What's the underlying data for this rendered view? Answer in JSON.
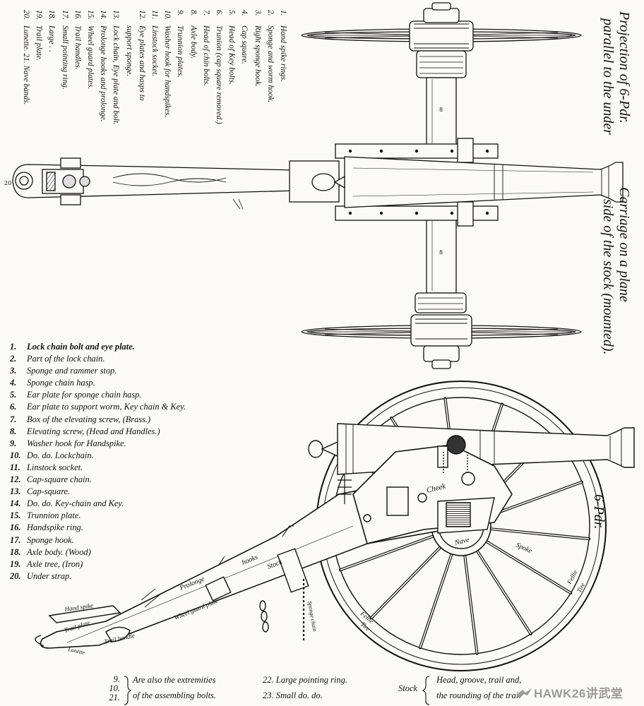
{
  "top_view": {
    "title_line1": "Projection of 6-Pdr.",
    "title_line2": "parallel to the under",
    "title_line3": "Carriage on a plane",
    "title_line4": "side of the stock (mounted).",
    "parts": [
      {
        "num": "1.",
        "text": "Hand spike rings."
      },
      {
        "num": "2.",
        "text": "Sponge and worm hook."
      },
      {
        "num": "3.",
        "text": "Right sponge hook."
      },
      {
        "num": "4.",
        "text": "Cap square."
      },
      {
        "num": "5.",
        "text": "Head of Key bolts."
      },
      {
        "num": "6.",
        "text": "Trunion (cap square removed.)"
      },
      {
        "num": "7.",
        "text": "Head of chin bolts."
      },
      {
        "num": "8.",
        "text": "Axle body."
      },
      {
        "num": "9.",
        "text": "Trunnion plates."
      },
      {
        "num": "10.",
        "text": "Washer hook for handspikes."
      },
      {
        "num": "11.",
        "text": "Linstock socket."
      },
      {
        "num": "12.",
        "text": "Eye plates and hasps to"
      },
      {
        "num": "",
        "text": "support sponge."
      },
      {
        "num": "13.",
        "text": "Lock chain, Eye plate and bolt."
      },
      {
        "num": "14.",
        "text": "Prolonge hooks and prolonge."
      },
      {
        "num": "15.",
        "text": "Wheel guard plates."
      },
      {
        "num": "16.",
        "text": "Trail handles."
      },
      {
        "num": "17.",
        "text": "Small pointing ring."
      },
      {
        "num": "18.",
        "text": "Large . ."
      },
      {
        "num": "19.",
        "text": "Trail plate."
      },
      {
        "num": "20.",
        "text": "Lunette. 21. Nave bands."
      }
    ]
  },
  "side_view": {
    "title": "6-Pdr.",
    "legend": [
      {
        "num": "1.",
        "text": "Lock chain bolt and eye plate."
      },
      {
        "num": "2.",
        "text": "Part of the lock chain."
      },
      {
        "num": "3.",
        "text": "Sponge and rammer stop."
      },
      {
        "num": "4.",
        "text": "Sponge chain hasp."
      },
      {
        "num": "5.",
        "text": "Ear plate for sponge chain hasp."
      },
      {
        "num": "6.",
        "text": "Ear plate to support worm, Key chain & Key."
      },
      {
        "num": "7.",
        "text": "Box of the elevating screw, (Brass.)"
      },
      {
        "num": "8.",
        "text": "Elevating screw, (Head and Handles.)"
      },
      {
        "num": "9.",
        "text": "Washer hook for Handspike."
      },
      {
        "num": "10.",
        "text": "Do. do. Lockchain."
      },
      {
        "num": "11.",
        "text": "Linstock socket."
      },
      {
        "num": "12.",
        "text": "Cap-square chain."
      },
      {
        "num": "13.",
        "text": "Cap-square."
      },
      {
        "num": "14.",
        "text": "Do. do. Key-chain and Key."
      },
      {
        "num": "15.",
        "text": "Trunnion plate."
      },
      {
        "num": "16.",
        "text": "Handspike ring."
      },
      {
        "num": "17.",
        "text": "Sponge hook."
      },
      {
        "num": "18.",
        "text": "Axle body. (Wood)"
      },
      {
        "num": "19.",
        "text": "Axle tree, (Iron)"
      },
      {
        "num": "20.",
        "text": "Under strap."
      }
    ],
    "callouts": {
      "cheek": "Cheek",
      "nave": "Nave",
      "spoke": "Spoke",
      "fellie1": "Fellie",
      "tire1": "Tire",
      "fellie2": "Fellie",
      "tire2": "Tire",
      "stock": "Stock",
      "hooks": "hooks",
      "prolonge": "Prolonge",
      "wheel_guard": "Wheel guard plate",
      "hand_spike": "Hand spike",
      "trail_plate": "Trail plate",
      "trail_handle": "Trail handle",
      "lunette": "Lunette",
      "sponge_chain": "Sponge chain"
    }
  },
  "footer": {
    "bolts_nums": [
      "9.",
      "10.",
      "21."
    ],
    "bolts_line1": "Are also the extremities",
    "bolts_line2": "of the assembling bolts.",
    "ring_line1": "22. Large pointing ring.",
    "ring_line2": "23. Small do. do.",
    "stock_label": "Stock",
    "stock_line1": "Head, groove, trail and,",
    "stock_line2": "the rounding of the trail"
  },
  "watermark": "HAWK26讲武堂"
}
